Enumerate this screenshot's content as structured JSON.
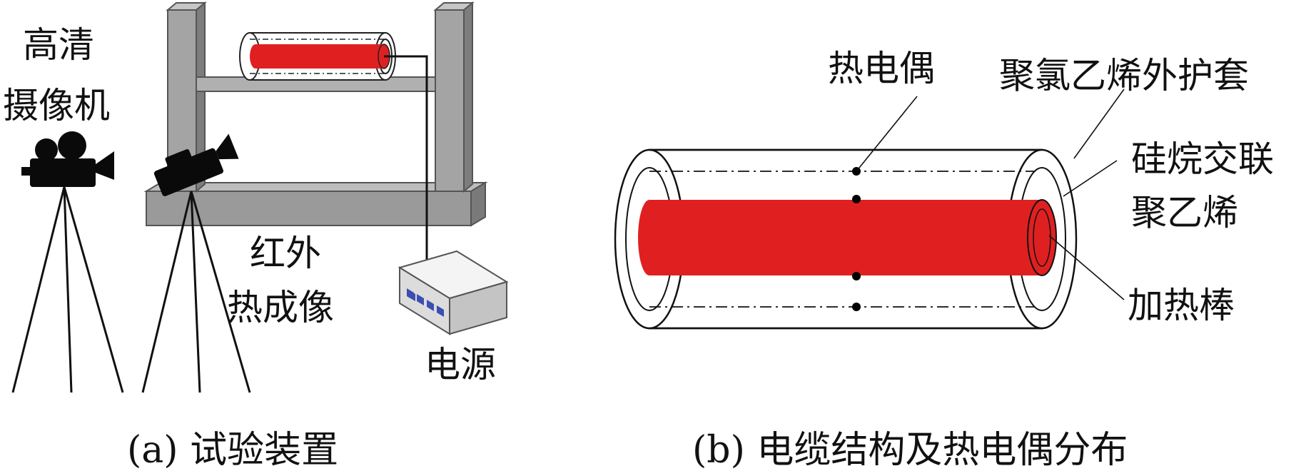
{
  "panel_a": {
    "hd_camera_label": [
      "高清",
      "摄像机"
    ],
    "ir_camera_label": [
      "红外",
      "热成像"
    ],
    "power_label": "电源",
    "caption": "(a) 试验装置"
  },
  "panel_b": {
    "thermocouple_label": "热电偶",
    "pvc_sheath_label": "聚氯乙烯外护套",
    "xlpe_label": [
      "硅烷交联",
      "聚乙烯"
    ],
    "heating_rod_label": "加热棒",
    "caption": "(b) 电缆结构及热电偶分布"
  },
  "colors": {
    "heating_rod": "#e02020",
    "frame_gray": "#9a9a9a",
    "frame_dark": "#6e6e6e",
    "ink": "#111111"
  },
  "icons": [
    "video-camera-icon",
    "tripod-icon",
    "power-supply-icon"
  ]
}
